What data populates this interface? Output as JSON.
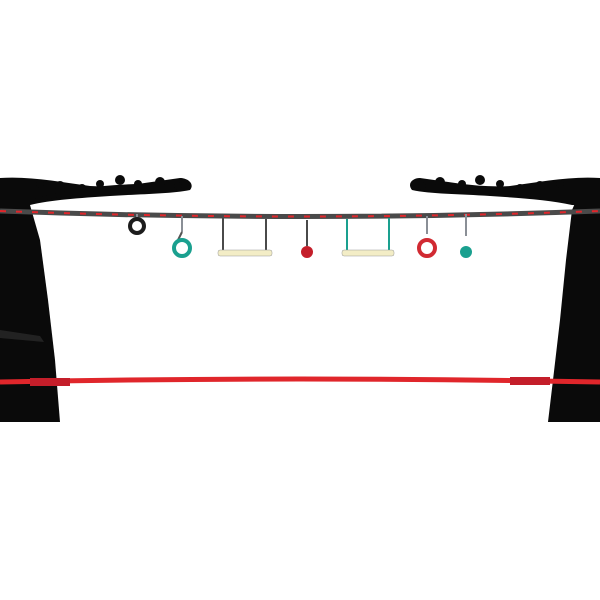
{
  "scene": {
    "background": "#ffffff",
    "tree_color": "#0a0a0a",
    "line_color": "#4a4a4a",
    "line_accent": "#e0262b",
    "slackline_color": "#e0262b",
    "metal_color": "#8a8f96",
    "trapeze_bar_color": "#f3edc6"
  },
  "obstacles": [
    {
      "kind": "tire-ring",
      "color": "#1c1c1c"
    },
    {
      "kind": "gym-ring",
      "color": "#1aa08f"
    },
    {
      "kind": "trapeze-bar",
      "color": "#f3edc6"
    },
    {
      "kind": "monkey-fist",
      "color": "#c41e2a"
    },
    {
      "kind": "trapeze-bar",
      "color": "#f3edc6"
    },
    {
      "kind": "gym-ring",
      "color": "#d12a32"
    },
    {
      "kind": "monkey-fist",
      "color": "#1aa08f"
    }
  ]
}
